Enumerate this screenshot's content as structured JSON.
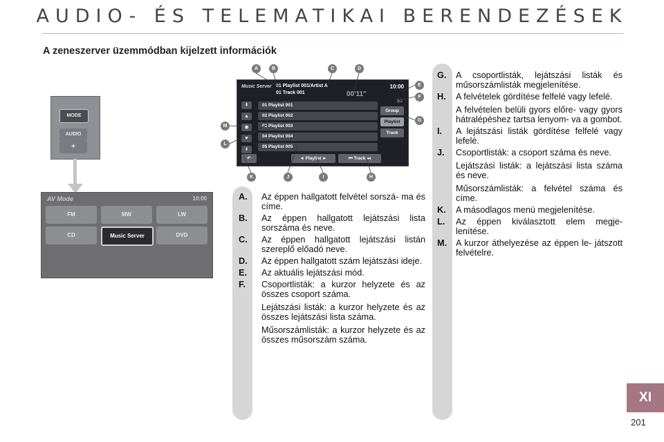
{
  "header": {
    "title": "AUDIO- ÉS TELEMATIKAI BERENDEZÉSEK"
  },
  "section": {
    "subtitle": "A zeneszerver üzemmódban kijelzett információk"
  },
  "control_panel": {
    "mode_label": "MODE",
    "audio_label": "AUDIO",
    "plus_label": "+"
  },
  "av_screen": {
    "header": "AV Mode",
    "clock": "10:00",
    "buttons": [
      "FM",
      "MW",
      "LW",
      "CD",
      "Music Server",
      "DVD"
    ]
  },
  "music_screen": {
    "mode": "Music Server",
    "playlist_line": "01 Playlist 001/Artist A",
    "track_line": "01 Track 001",
    "elapsed": "00'11\"",
    "clock": "10:00",
    "count": "3/2",
    "rows": [
      "01  Playlist 001",
      "02  Playlist 002",
      "03  Playlist 003",
      "04  Playlist 004",
      "05  Playlist 005"
    ],
    "side_buttons": [
      "Group",
      "Playlist",
      "Track"
    ],
    "bottom_buttons": [
      "◄ Playlist ►",
      "⏮ Track ⏭"
    ],
    "callouts": [
      "A",
      "B",
      "C",
      "D",
      "E",
      "F",
      "G",
      "H",
      "I",
      "J",
      "K",
      "L",
      "M"
    ]
  },
  "items_left": [
    {
      "letter": "A.",
      "paras": [
        "Az éppen hallgatott felvétel sorszá- ma és címe."
      ]
    },
    {
      "letter": "B.",
      "paras": [
        "Az éppen hallgatott lejátszási lista sorszáma és neve."
      ]
    },
    {
      "letter": "C.",
      "paras": [
        "Az éppen hallgatott lejátszási listán szereplő előadó neve."
      ]
    },
    {
      "letter": "D.",
      "paras": [
        "Az éppen hallgatott szám lejátszási ideje."
      ]
    },
    {
      "letter": "E.",
      "paras": [
        "Az aktuális lejátszási mód."
      ]
    },
    {
      "letter": "F.",
      "paras": [
        "Csoportlisták: a kurzor helyzete és az összes csoport száma.",
        "Lejátszási listák: a kurzor helyzete és az összes lejátszási lista száma.",
        "Műsorszámlisták: a kurzor helyzete és az összes műsorszám száma."
      ]
    }
  ],
  "items_right": [
    {
      "letter": "G.",
      "paras": [
        "A csoportlisták, lejátszási listák és műsorszámlisták megjelenítése."
      ]
    },
    {
      "letter": "H.",
      "paras": [
        "A felvételek gördítése felfelé vagy lefelé.",
        "A felvételen belüli gyors előre- vagy gyors hátralépéshez tartsa lenyom- va a gombot."
      ]
    },
    {
      "letter": "I.",
      "paras": [
        "A lejátszási listák gördítése felfelé vagy lefelé."
      ]
    },
    {
      "letter": "J.",
      "paras": [
        "Csoportlisták: a csoport száma és neve.",
        "Lejátszási listák: a lejátszási lista száma és neve.",
        "Műsorszámlisták: a felvétel száma és címe."
      ]
    },
    {
      "letter": "K.",
      "paras": [
        "A másodlagos menü megjelenítése."
      ]
    },
    {
      "letter": "L.",
      "paras": [
        "Az éppen kiválasztott elem megje- lenítése."
      ]
    },
    {
      "letter": "M.",
      "paras": [
        "A kurzor áthelyezése az éppen le- játszott felvételre."
      ]
    }
  ],
  "footer": {
    "chapter": "XI",
    "page": "201"
  }
}
